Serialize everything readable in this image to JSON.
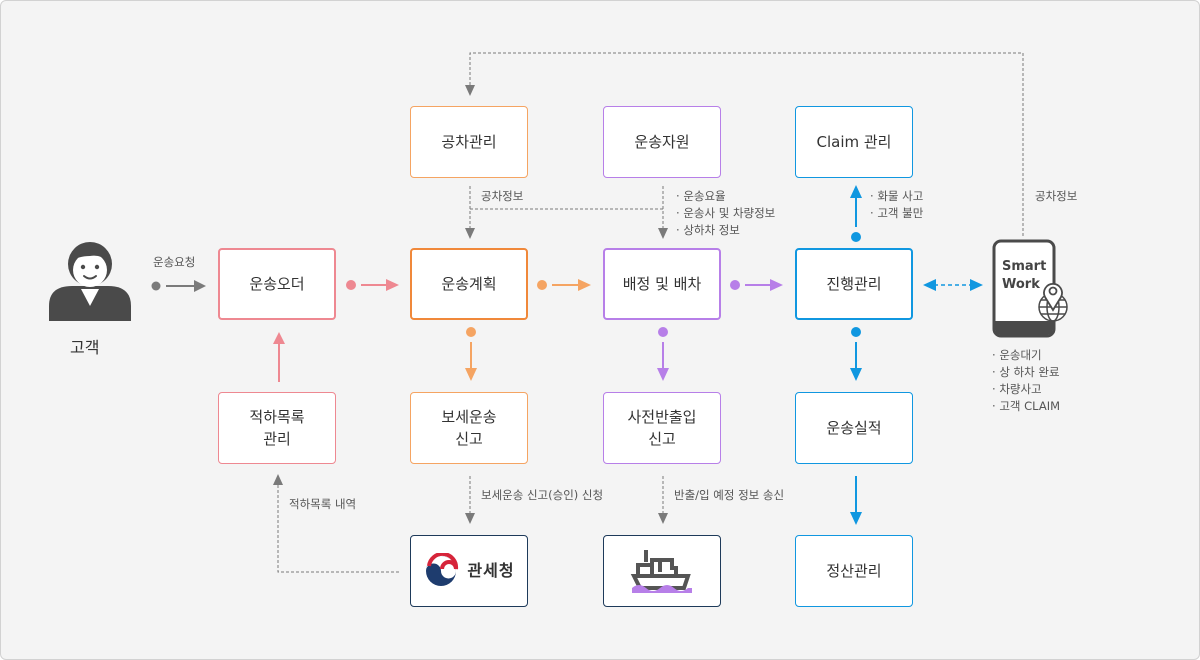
{
  "colors": {
    "pink": "#ee8891",
    "orange": "#f0883a",
    "orange_light": "#f5a462",
    "purple": "#b77fe8",
    "blue": "#1097e0",
    "navy": "#1e3a5a",
    "gray": "#7a7a7a"
  },
  "customer": {
    "label": "고객",
    "icon": "customer-person-icon"
  },
  "edge_labels": {
    "request": "운송요청",
    "empty_vehicle_info": "공차정보",
    "empty_vehicle_info_return": "공차정보",
    "manifest_history": "적하목록 내역",
    "bonded_request": "보세운송 신고(승인) 신청",
    "inout_send": "반출/입 예정 정보 송신"
  },
  "resource_notes": [
    "운송요율",
    "운송사 및 차량정보",
    "상하차 정보"
  ],
  "claim_notes": [
    "화물 사고",
    "고객 불만"
  ],
  "smartwork": {
    "title_line1": "Smart",
    "title_line2": "Work",
    "notes": [
      "운송대기",
      "상 하차 완료",
      "차량사고",
      "고객 CLAIM"
    ]
  },
  "nodes": {
    "transport_order": "운송오더",
    "transport_plan": "운송계획",
    "dispatch": "배정 및 배차",
    "progress": "진행관리",
    "empty_vehicle": "공차관리",
    "transport_resource": "운송자원",
    "claim": "Claim 관리",
    "manifest_line1": "적하목록",
    "manifest_line2": "관리",
    "bonded_line1": "보세운송",
    "bonded_line2": "신고",
    "preinout_line1": "사전반출입",
    "preinout_line2": "신고",
    "results": "운송실적",
    "settlement": "정산관리",
    "customs": "관세청",
    "port": "port-ship-icon"
  }
}
